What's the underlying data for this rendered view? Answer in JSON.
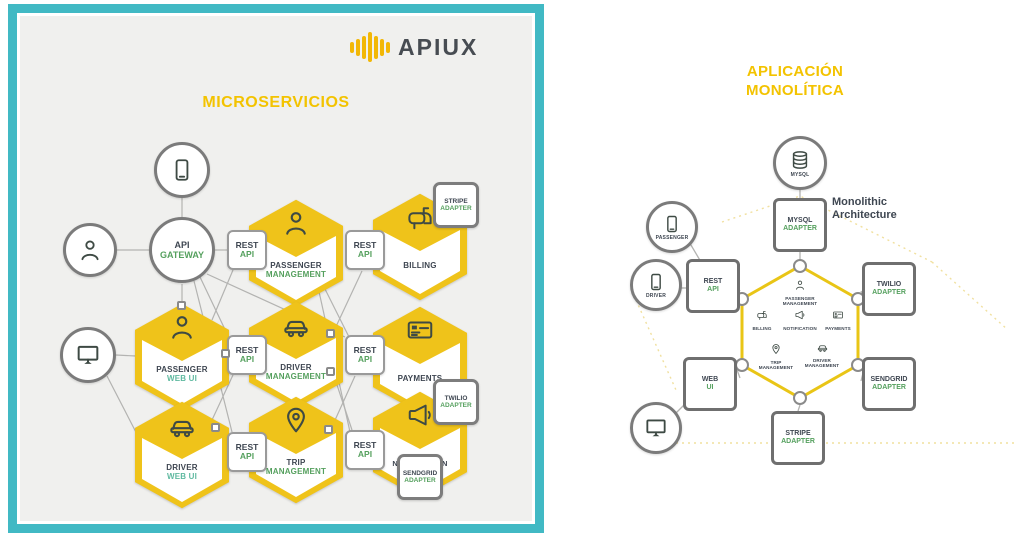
{
  "colors": {
    "frame_teal": "#41b9c4",
    "accent_yellow": "#efc31a",
    "title_yellow": "#f3c300",
    "text_dark": "#3e4651",
    "text_green": "#55a05e",
    "text_teal": "#5fb9a0",
    "canvas_gray": "#f0f0ee"
  },
  "left": {
    "logo_text": "APIUX",
    "title": "MICROSERVICIOS",
    "gateway": {
      "l1": "API",
      "l2": "GATEWAY"
    },
    "rest": {
      "l1": "REST",
      "l2": "API"
    },
    "hexes": [
      {
        "l1": "PASSENGER",
        "l2": "MANAGEMENT",
        "icon": "person-icon"
      },
      {
        "l1": "BILLING",
        "l2": "",
        "icon": "mailbox-icon"
      },
      {
        "l1": "PASSENGER",
        "l2": "WEB UI",
        "icon": "person-icon"
      },
      {
        "l1": "DRIVER",
        "l2": "MANAGEMENT",
        "icon": "car-icon"
      },
      {
        "l1": "PAYMENTS",
        "l2": "",
        "icon": "credit-card-icon"
      },
      {
        "l1": "DRIVER",
        "l2": "WEB UI",
        "icon": "car-icon"
      },
      {
        "l1": "TRIP",
        "l2": "MANAGEMENT",
        "icon": "map-pin-icon"
      },
      {
        "l1": "NOTIFICATION",
        "l2": "",
        "icon": "megaphone-icon"
      }
    ],
    "adapters": [
      {
        "l1": "STRIPE",
        "l2": "ADAPTER"
      },
      {
        "l1": "TWILIO",
        "l2": "ADAPTER"
      },
      {
        "l1": "SENDGRID",
        "l2": "ADAPTER"
      }
    ]
  },
  "right": {
    "title_l1": "APLICACIÓN",
    "title_l2": "MONOLÍTICA",
    "subtitle_l1": "Monolithic",
    "subtitle_l2": "Architecture",
    "mysql_label": "MYSQL",
    "circle_labels": {
      "passenger": "PASSENGER",
      "driver": "DRIVER"
    },
    "squares": {
      "mysql_adapter": {
        "l1": "MYSQL",
        "l2": "ADAPTER"
      },
      "rest_api": {
        "l1": "REST",
        "l2": "API"
      },
      "web_ui": {
        "l1": "WEB",
        "l2": "UI"
      },
      "twilio": {
        "l1": "TWILIO",
        "l2": "ADAPTER"
      },
      "sendgrid": {
        "l1": "SENDGRID",
        "l2": "ADAPTER"
      },
      "stripe": {
        "l1": "STRIPE",
        "l2": "ADAPTER"
      }
    },
    "hex_services": [
      {
        "l1": "PASSENGER",
        "l2": "MANAGEMENT",
        "icon": "person-icon"
      },
      {
        "l1": "BILLING",
        "l2": "",
        "icon": "mailbox-icon"
      },
      {
        "l1": "NOTIFICATION",
        "l2": "",
        "icon": "megaphone-icon"
      },
      {
        "l1": "PAYMENTS",
        "l2": "",
        "icon": "credit-card-icon"
      },
      {
        "l1": "TRIP",
        "l2": "MANAGEMENT",
        "icon": "map-pin-icon"
      },
      {
        "l1": "DRIVER",
        "l2": "MANAGEMENT",
        "icon": "car-icon"
      }
    ]
  }
}
